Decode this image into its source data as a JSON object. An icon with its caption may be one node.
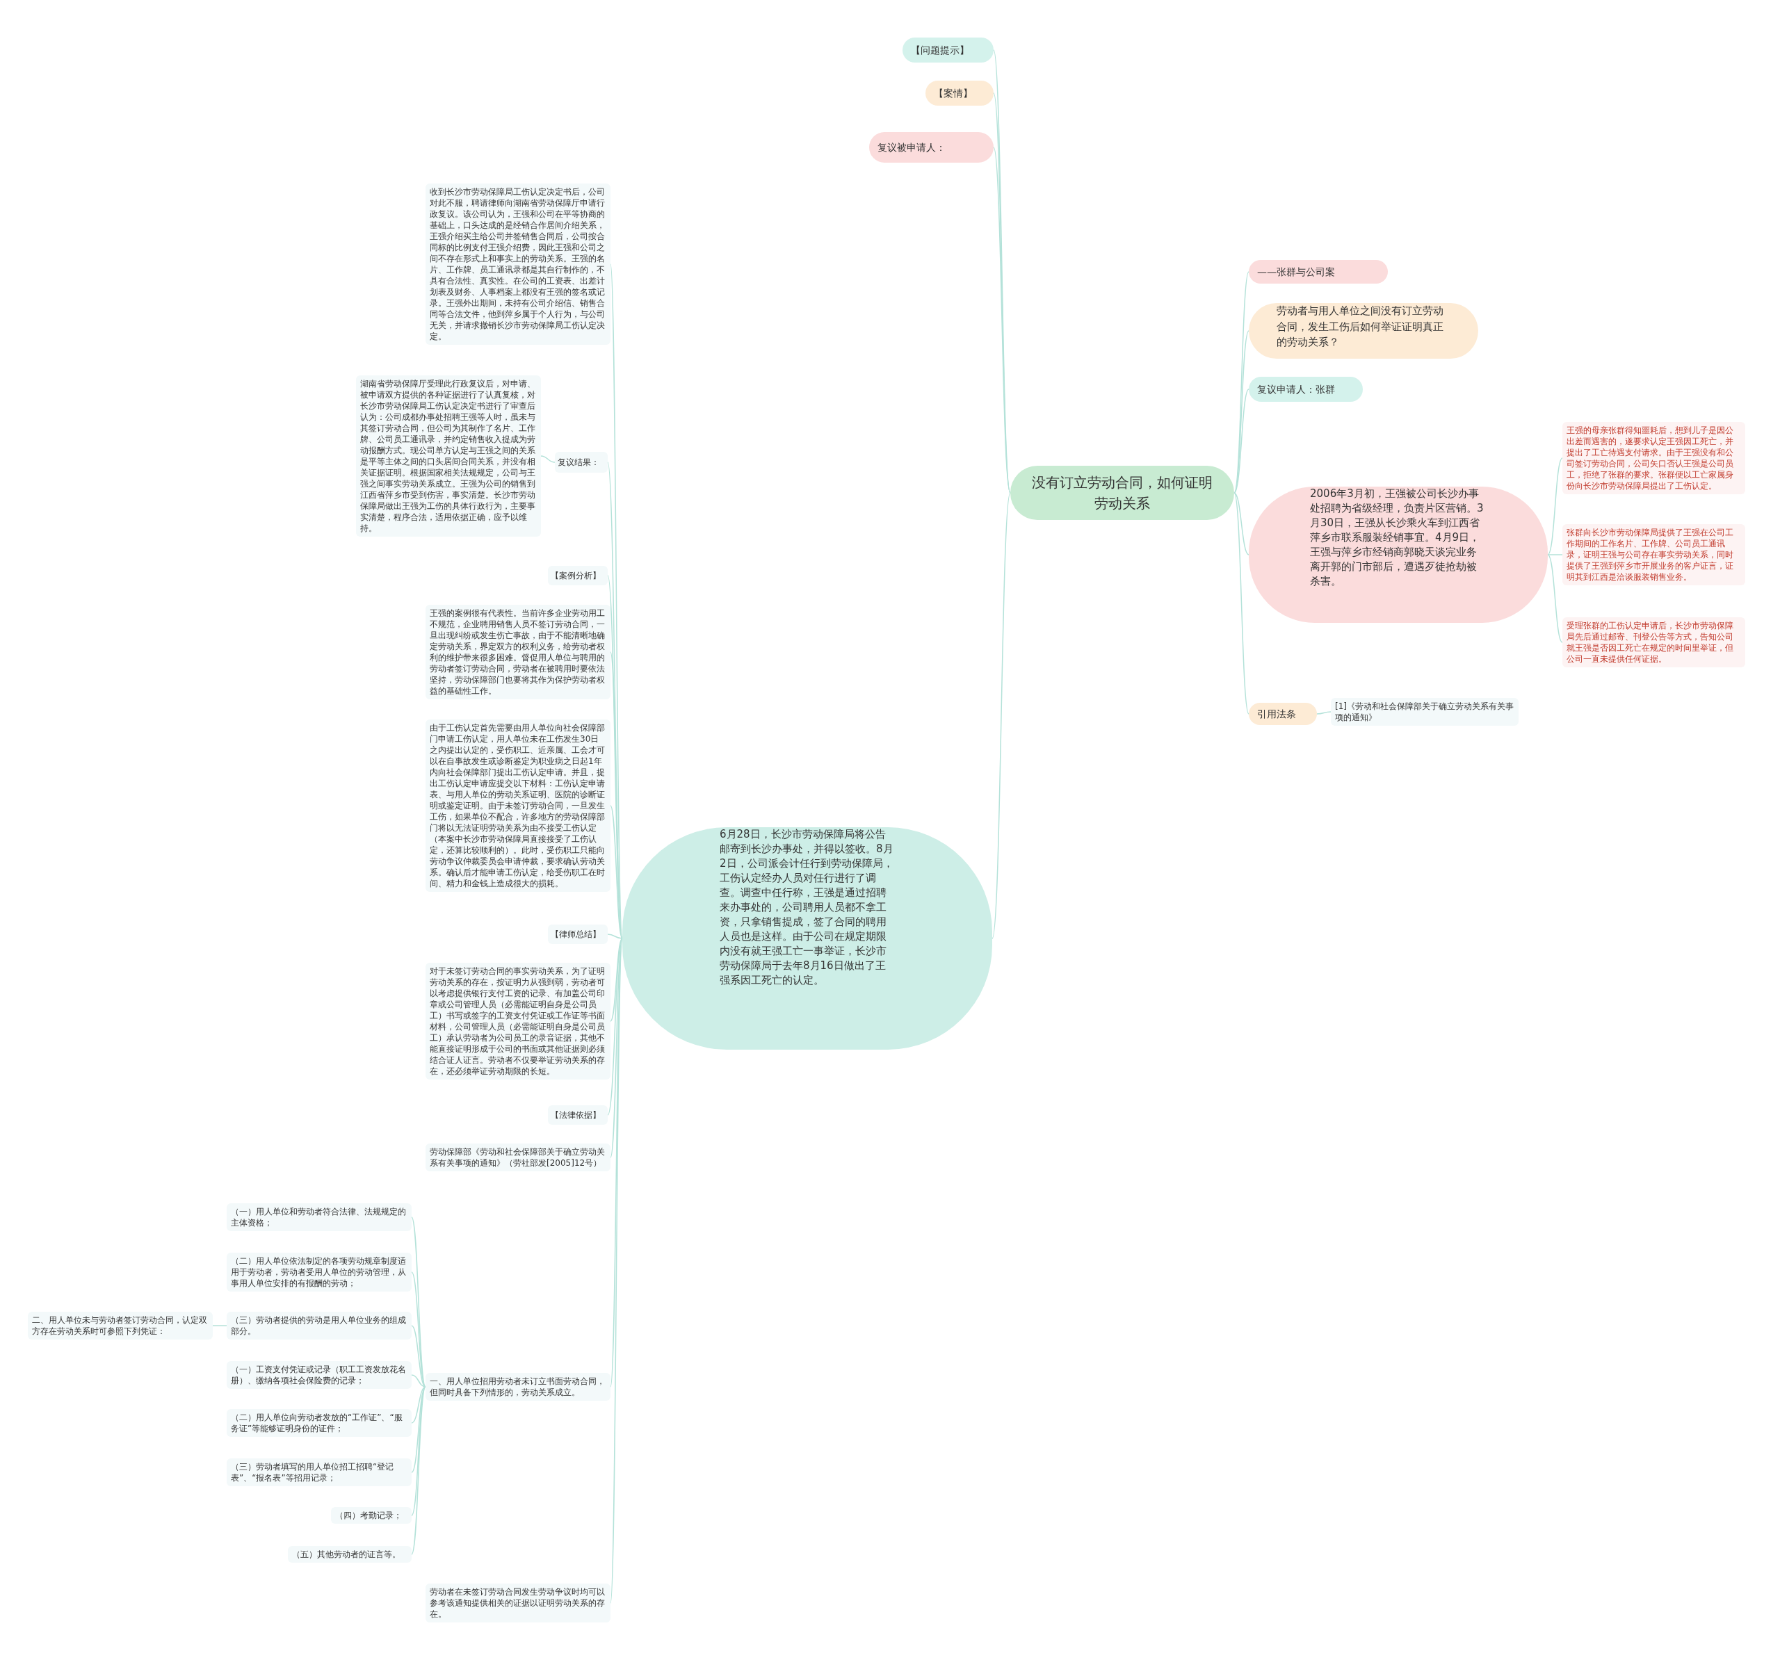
{
  "diagram": {
    "nodes": [
      {
        "text": [
          "没有订立劳动合同，如何证明劳动关系"
        ]
      },
      {
        "text": [
          "【问题提示】"
        ]
      },
      {
        "text": [
          "【案情】"
        ]
      },
      {
        "text": [
          "复议被申请人："
        ]
      },
      {
        "text": [
          "——张群与公司案"
        ]
      },
      {
        "text": [
          "劳动者与用人单位之间没有订立劳动合同，发生工伤后如何举证证明真正的劳动关系？"
        ]
      },
      {
        "text": [
          "复议申请人：张群"
        ]
      },
      {
        "text": [
          "2006年3月初，王强被公司长沙办事处招聘为省级经理，负责片区营销。3月30日，王强从长沙乘火车到江西省萍乡市联系服装经销事宜。4月9日，王强与萍乡市经销商郭晓天谈完业务离开郭的门市部后，遭遇歹徒抢劫被杀害。"
        ]
      },
      {
        "text": [
          "王强的母亲张群得知噩耗后，想到儿子是因公出差而遇害的，遂要求认定王强因工死亡，并提出了工亡待遇支付请求。由于王强没有和公司签订劳动合同，公司矢口否认王强是公司员工，拒绝了张群的要求。张群便以工亡家属身份向长沙市劳动保障局提出了工伤认定。"
        ]
      },
      {
        "text": [
          "张群向长沙市劳动保障局提供了王强在公司工作期间的工作名片、工作牌、公司员工通讯录，证明王强与公司存在事实劳动关系，同时提供了王强到萍乡市开展业务的客户证言，证明其到江西是洽谈服装销售业务。"
        ]
      },
      {
        "text": [
          "受理张群的工伤认定申请后，长沙市劳动保障局先后通过邮寄、刊登公告等方式，告知公司就王强是否因工死亡在规定的时间里举证，但公司一直未提供任何证据。"
        ]
      },
      {
        "text": [
          "引用法条"
        ]
      },
      {
        "text": [
          "[1]《劳动和社会保障部关于确立劳动关系有关事项的通知》"
        ]
      },
      {
        "text": [
          "6月28日，长沙市劳动保障局将公告邮寄到长沙办事处，并得以签收。8月2日，公司派会计任行到劳动保障局，工伤认定经办人员对任行进行了调查。调查中任行称，王强是通过招聘来办事处的，公司聘用人员都不拿工资，只拿销售提成，签了合同的聘用人员也是这样。由于公司在规定期限内没有就王强工亡一事举证，长沙市劳动保障局于去年8月16日做出了王强系因工死亡的认定。"
        ]
      },
      {
        "text": [
          "收到长沙市劳动保障局工伤认定决定书后，公司对此不服，聘请律师向湖南省劳动保障厅申请行政复议。该公司认为，王强和公司在平等协商的基础上，口头达成的是经销合作居间介绍关系，王强介绍买主给公司并签销售合同后，公司按合同标的比例支付王强介绍费，因此王强和公司之间不存在形式上和事实上的劳动关系。王强的名片、工作牌、员工通讯录都是其自行制作的，不具有合法性、真实性。在公司的工资表、出差计划表及财务、人事档案上都没有王强的签名或记录。王强外出期间，未持有公司介绍信、销售合同等合法文件，他到萍乡属于个人行为，与公司无关，并请求撤销长沙市劳动保障局工伤认定决定。"
        ]
      },
      {
        "text": [
          "复议结果："
        ]
      },
      {
        "text": [
          "湖南省劳动保障厅受理此行政复议后，对申请、被申请双方提供的各种证据进行了认真复核，对长沙市劳动保障局工伤认定决定书进行了审查后认为：公司成都办事处招聘王强等人时，虽未与其签订劳动合同，但公司为其制作了名片、工作牌、公司员工通讯录，并约定销售收入提成为劳动报酬方式。现公司单方认定与王强之间的关系是平等主体之间的口头居间合同关系，并没有相关证据证明。根据国家相关法规规定，公司与王强之间事实劳动关系成立。王强为公司的销售到江西省萍乡市受到伤害，事实清楚。长沙市劳动保障局做出王强为工伤的具体行政行为，主要事实清楚，程序合法，适用依据正确，应予以维持。"
        ]
      },
      {
        "text": [
          "【案例分析】"
        ]
      },
      {
        "text": [
          "王强的案例很有代表性。当前许多企业劳动用工不规范，企业聘用销售人员不签订劳动合同，一旦出现纠纷或发生伤亡事故，由于不能清晰地确定劳动关系，界定双方的权利义务，给劳动者权利的维护带来很多困难。督促用人单位与聘用的劳动者签订劳动合同，劳动者在被聘用时要依法坚持，劳动保障部门也要将其作为保护劳动者权益的基础性工作。"
        ]
      },
      {
        "text": [
          "由于工伤认定首先需要由用人单位向社会保障部门申请工伤认定，用人单位未在工伤发生30日之内提出认定的，受伤职工、近亲属、工会才可以在自事故发生或诊断鉴定为职业病之日起1年内向社会保障部门提出工伤认定申请。并且，提出工伤认定申请应提交以下材料：工伤认定申请表、与用人单位的劳动关系证明、医院的诊断证明或鉴定证明。由于未签订劳动合同，一旦发生工伤，如果单位不配合，许多地方的劳动保障部门将以无法证明劳动关系为由不接受工伤认定（本案中长沙市劳动保障局直接接受了工伤认定，还算比较顺利的）。此时，受伤职工只能向劳动争议仲裁委员会申请仲裁，要求确认劳动关系。确认后才能申请工伤认定，给受伤职工在时间、精力和金钱上造成很大的损耗。"
        ]
      },
      {
        "text": [
          "【律师总结】"
        ]
      },
      {
        "text": [
          "对于未签订劳动合同的事实劳动关系，为了证明劳动关系的存在，按证明力从强到弱，劳动者可以考虑提供银行支付工资的记录、有加盖公司印章或公司管理人员（必需能证明自身是公司员工）书写或签字的工资支付凭证或工作证等书面材料，公司管理人员（必需能证明自身是公司员工）承认劳动者为公司员工的录音证据，其他不能直接证明形成于公司的书面或其他证据则必须结合证人证言。劳动者不仅要举证劳动关系的存在，还必须举证劳动期限的长短。"
        ]
      },
      {
        "text": [
          "【法律依据】"
        ]
      },
      {
        "text": [
          "劳动保障部《劳动和社会保障部关于确立劳动关系有关事项的通知》（劳社部发[2005]12号）"
        ]
      },
      {
        "text": [
          "一、用人单位招用劳动者未订立书面劳动合同，但同时具备下列情形的，劳动关系成立。"
        ]
      },
      {
        "text": [
          "（一）用人单位和劳动者符合法律、法规规定的主体资格；"
        ]
      },
      {
        "text": [
          "（二）用人单位依法制定的各项劳动规章制度适用于劳动者，劳动者受用人单位的劳动管理，从事用人单位安排的有报酬的劳动；"
        ]
      },
      {
        "text": [
          "（三）劳动者提供的劳动是用人单位业务的组成部分。"
        ]
      },
      {
        "text": [
          "二、用人单位未与劳动者签订劳动合同，认定双方存在劳动关系时可参照下列凭证："
        ]
      },
      {
        "text": [
          "（一）工资支付凭证或记录（职工工资发放花名册）、缴纳各项社会保险费的记录；"
        ]
      },
      {
        "text": [
          "（二）用人单位向劳动者发放的“工作证”、“服务证”等能够证明身份的证件；"
        ]
      },
      {
        "text": [
          "（三）劳动者填写的用人单位招工招聘“登记表”、“报名表”等招用记录；"
        ]
      },
      {
        "text": [
          "（四）考勤记录；"
        ]
      },
      {
        "text": [
          "（五）其他劳动者的证言等。"
        ]
      },
      {
        "text": [
          "劳动者在未签订劳动合同发生劳动争议时均可以参考该通知提供相关的证据以证明劳动关系的存在。"
        ]
      }
    ],
    "edges": [
      {
        "from": 0,
        "to": 1,
        "arrow": "none"
      },
      {
        "from": 0,
        "to": 2,
        "arrow": "none"
      },
      {
        "from": 0,
        "to": 3,
        "arrow": "none"
      },
      {
        "from": 0,
        "to": 4,
        "arrow": "none"
      },
      {
        "from": 0,
        "to": 5,
        "arrow": "none"
      },
      {
        "from": 0,
        "to": 6,
        "arrow": "none"
      },
      {
        "from": 0,
        "to": 7,
        "arrow": "none"
      },
      {
        "from": 7,
        "to": 8,
        "arrow": "none"
      },
      {
        "from": 7,
        "to": 9,
        "arrow": "none"
      },
      {
        "from": 7,
        "to": 10,
        "arrow": "none"
      },
      {
        "from": 0,
        "to": 11,
        "arrow": "none"
      },
      {
        "from": 11,
        "to": 12,
        "arrow": "none"
      },
      {
        "from": 0,
        "to": 13,
        "arrow": "none"
      },
      {
        "from": 13,
        "to": 14,
        "arrow": "none"
      },
      {
        "from": 13,
        "to": 15,
        "arrow": "none"
      },
      {
        "from": 15,
        "to": 16,
        "arrow": "none"
      },
      {
        "from": 13,
        "to": 17,
        "arrow": "none"
      },
      {
        "from": 13,
        "to": 18,
        "arrow": "none"
      },
      {
        "from": 13,
        "to": 19,
        "arrow": "none"
      },
      {
        "from": 13,
        "to": 20,
        "arrow": "none"
      },
      {
        "from": 13,
        "to": 21,
        "arrow": "none"
      },
      {
        "from": 13,
        "to": 22,
        "arrow": "none"
      },
      {
        "from": 13,
        "to": 23,
        "arrow": "none"
      },
      {
        "from": 13,
        "to": 24,
        "arrow": "none"
      },
      {
        "from": 24,
        "to": 25,
        "arrow": "none"
      },
      {
        "from": 24,
        "to": 26,
        "arrow": "none"
      },
      {
        "from": 24,
        "to": 27,
        "arrow": "none"
      },
      {
        "from": 27,
        "to": 28,
        "arrow": "none"
      },
      {
        "from": 24,
        "to": 29,
        "arrow": "none"
      },
      {
        "from": 24,
        "to": 30,
        "arrow": "none"
      },
      {
        "from": 24,
        "to": 31,
        "arrow": "none"
      },
      {
        "from": 24,
        "to": 32,
        "arrow": "none"
      },
      {
        "from": 24,
        "to": 33,
        "arrow": "none"
      },
      {
        "from": 13,
        "to": 34,
        "arrow": "none"
      }
    ]
  }
}
